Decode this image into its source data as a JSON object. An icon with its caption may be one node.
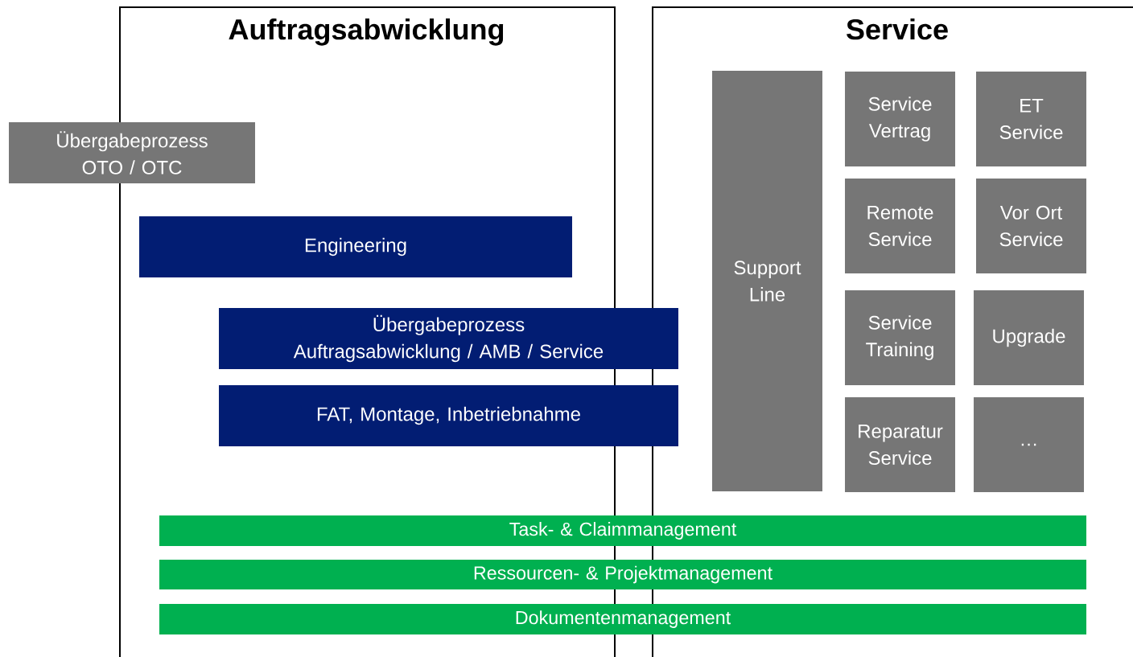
{
  "diagram": {
    "nodes": [
      {
        "text": [
          "Auftragsabwicklung"
        ]
      },
      {
        "text": [
          "Service"
        ]
      },
      {
        "text": [
          "Übergabeprozess OTO / OTC"
        ]
      },
      {
        "text": [
          "Engineering"
        ],
        "in": 0
      },
      {
        "text": [
          "Übergabeprozess Auftragsabwicklung / AMB / Service"
        ]
      },
      {
        "text": [
          "FAT, Montage, Inbetriebnahme"
        ]
      },
      {
        "text": [
          "Support Line"
        ],
        "in": 1
      },
      {
        "text": [
          "Service Vertrag"
        ],
        "in": 1
      },
      {
        "text": [
          "ET Service"
        ],
        "in": 1
      },
      {
        "text": [
          "Remote Service"
        ],
        "in": 1
      },
      {
        "text": [
          "Vor Ort Service"
        ],
        "in": 1
      },
      {
        "text": [
          "Service Training"
        ],
        "in": 1
      },
      {
        "text": [
          "Upgrade"
        ],
        "in": 1
      },
      {
        "text": [
          "Reparatur Service"
        ],
        "in": 1
      },
      {
        "text": [
          "…"
        ],
        "in": 1
      },
      {
        "text": [
          "Task- & Claimmanagement"
        ]
      },
      {
        "text": [
          "Ressourcen- & Projektmanagement"
        ]
      },
      {
        "text": [
          "Dokumentenmanagement"
        ]
      }
    ]
  }
}
